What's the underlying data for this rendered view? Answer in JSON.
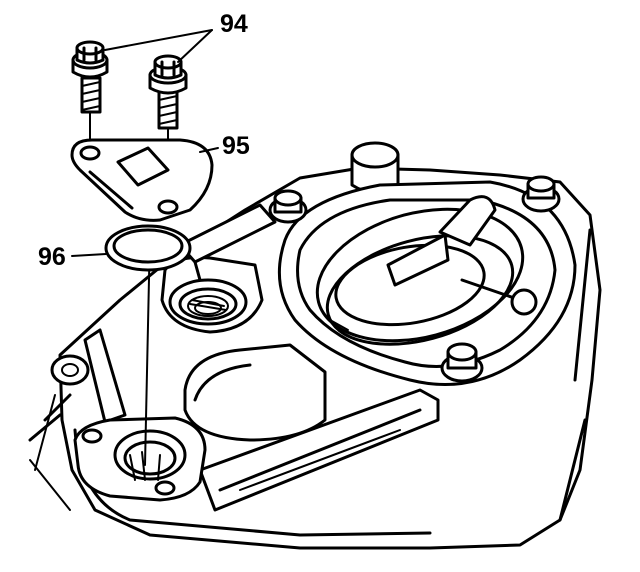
{
  "callouts": {
    "bolts": "94",
    "cover": "95",
    "seal": "96"
  }
}
